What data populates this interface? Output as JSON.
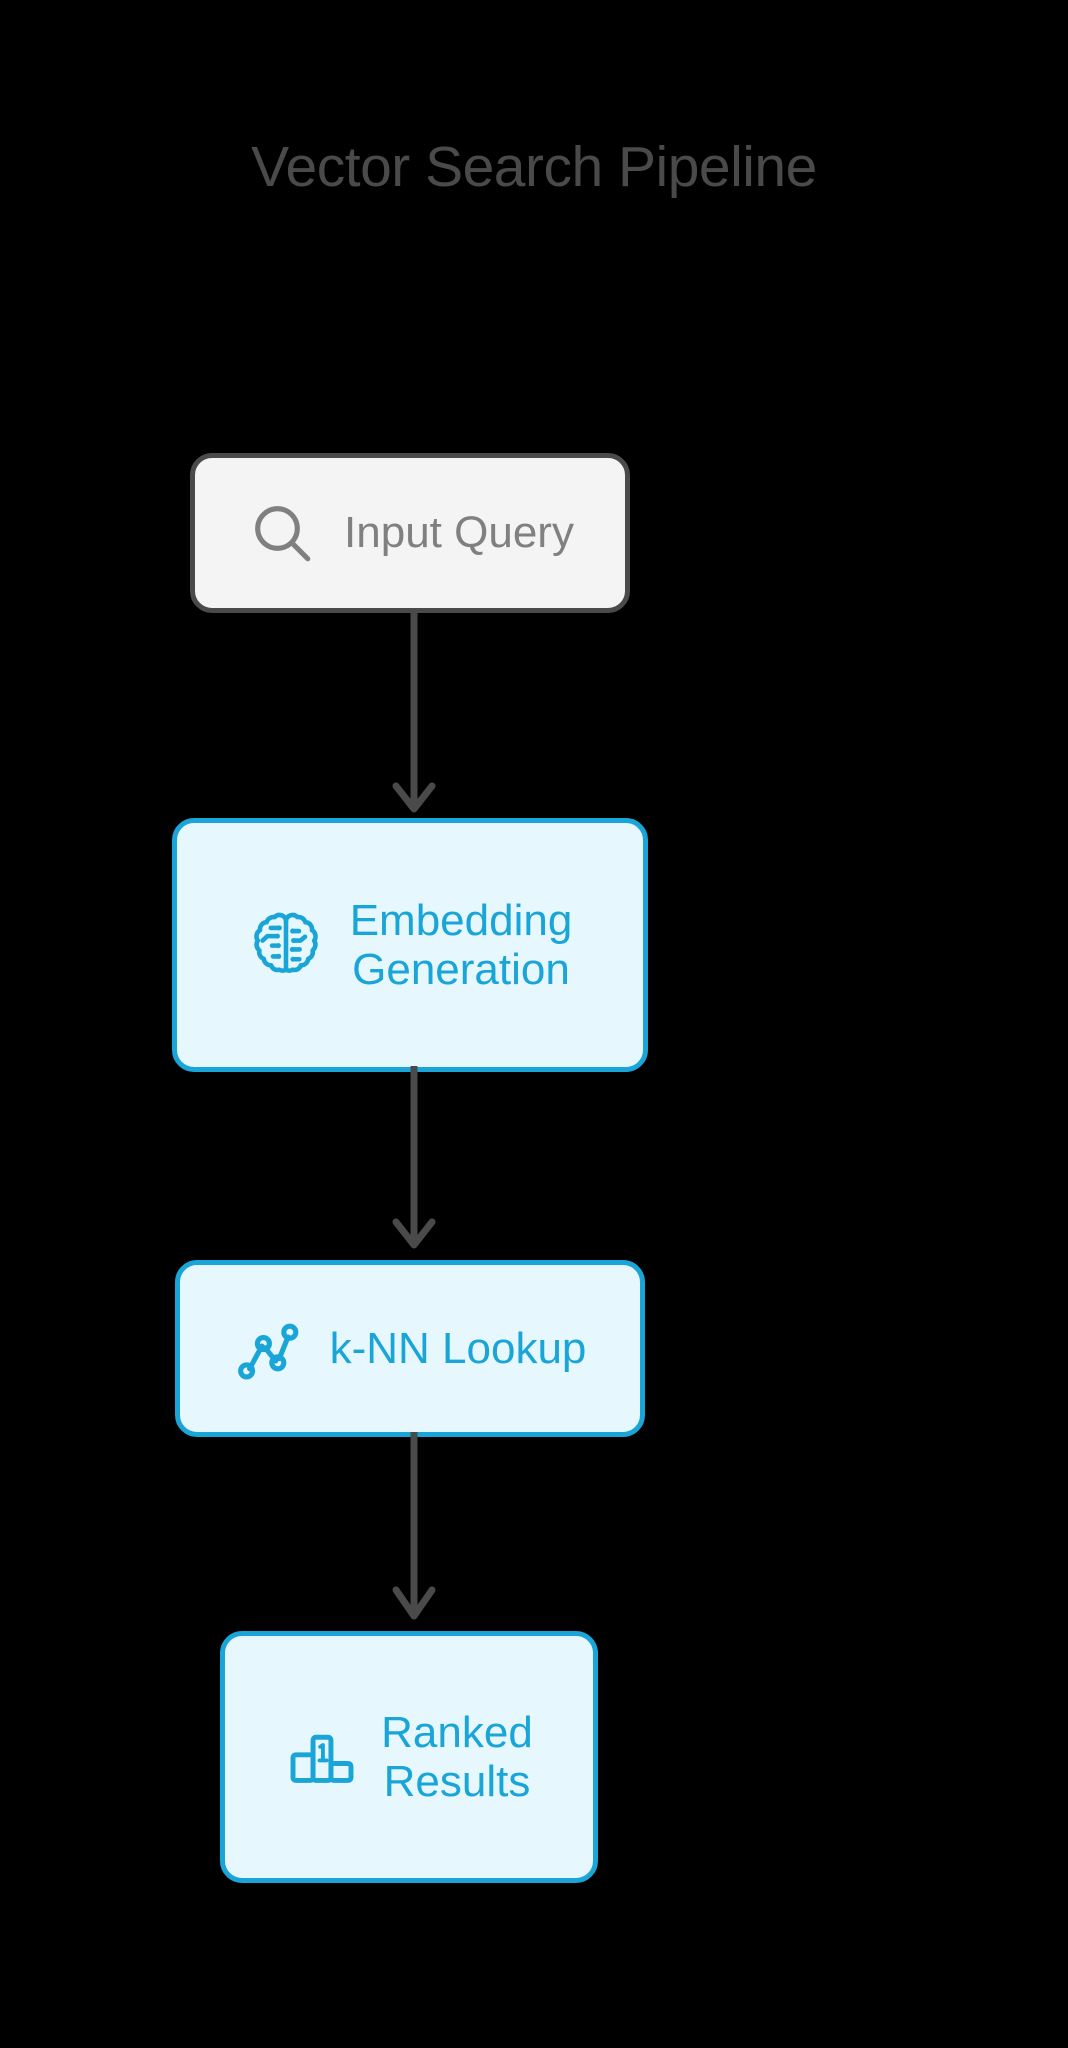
{
  "diagram": {
    "title": "Vector Search Pipeline",
    "orientation": "top-to-bottom",
    "background_color": "#000000",
    "title_color": "#4a4a4a",
    "accent_color": "#1aa5d8",
    "accent_fill_color": "#e6f7fd",
    "neutral_border_color": "#4a4a4a",
    "neutral_fill_color": "#f4f4f4",
    "neutral_text_color": "#808080",
    "connector_color": "#4a4a4a"
  },
  "nodes": [
    {
      "id": "input-query",
      "label": "Input Query",
      "icon": "search-icon",
      "style": "plain"
    },
    {
      "id": "embedding-generation",
      "label": "Embedding\nGeneration",
      "icon": "brain-circuit-icon",
      "style": "accent"
    },
    {
      "id": "knn-lookup",
      "label": "k-NN Lookup",
      "icon": "connected-scatter-icon",
      "style": "accent"
    },
    {
      "id": "ranked-results",
      "label": "Ranked\nResults",
      "icon": "podium-icon",
      "style": "accent",
      "icon_badge": "1"
    }
  ],
  "connectors": [
    {
      "id": "connector-1",
      "from": "input-query",
      "to": "embedding-generation",
      "arrow": "down"
    },
    {
      "id": "connector-2",
      "from": "embedding-generation",
      "to": "knn-lookup",
      "arrow": "down"
    },
    {
      "id": "connector-3",
      "from": "knn-lookup",
      "to": "ranked-results",
      "arrow": "down"
    }
  ]
}
